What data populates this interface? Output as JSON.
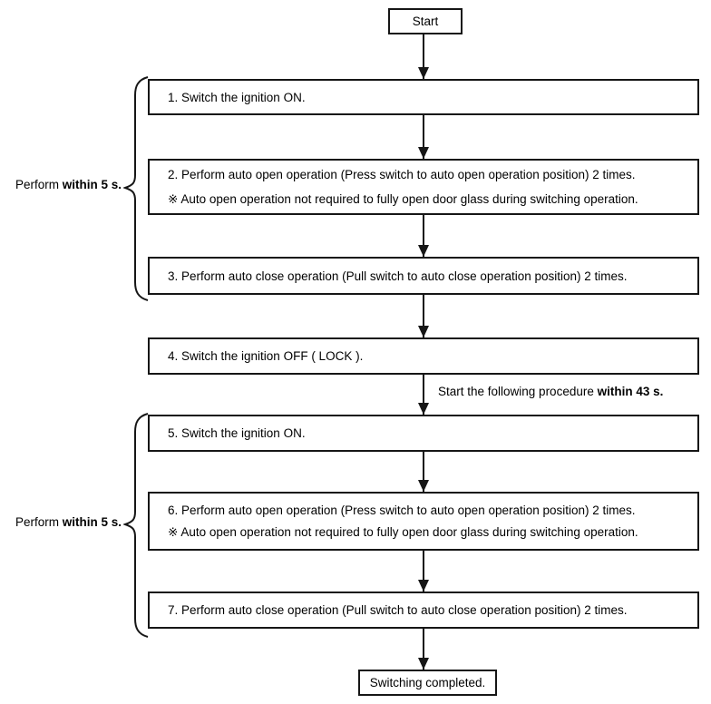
{
  "nodes": {
    "start": "Start",
    "end": "Switching completed."
  },
  "steps": [
    {
      "lines": [
        "1. Switch the ignition ON."
      ]
    },
    {
      "lines": [
        "2. Perform auto open operation (Press switch to auto open operation position) 2 times.",
        "※ Auto open operation not required to fully open door glass during switching operation."
      ]
    },
    {
      "lines": [
        "3. Perform auto close operation (Pull switch to auto close operation position) 2 times."
      ]
    },
    {
      "lines": [
        "4. Switch the ignition OFF ( LOCK )."
      ]
    },
    {
      "lines": [
        "5. Switch the ignition ON."
      ]
    },
    {
      "lines": [
        "6. Perform auto open operation (Press switch to auto open operation position) 2 times.",
        "※ Auto open operation not required to fully open door glass during switching operation."
      ]
    },
    {
      "lines": [
        "7. Perform auto close operation (Pull switch to auto close operation position) 2 times."
      ]
    }
  ],
  "labels": {
    "group1": {
      "prefix": "Perform ",
      "bold": "within 5 s."
    },
    "group2": {
      "prefix": "Perform ",
      "bold": "within 5 s."
    },
    "interval": {
      "prefix": "Start the following procedure ",
      "bold": "within 43 s."
    }
  },
  "colors": {
    "line": "#161616",
    "background": "#ffffff",
    "text": "#000000"
  }
}
